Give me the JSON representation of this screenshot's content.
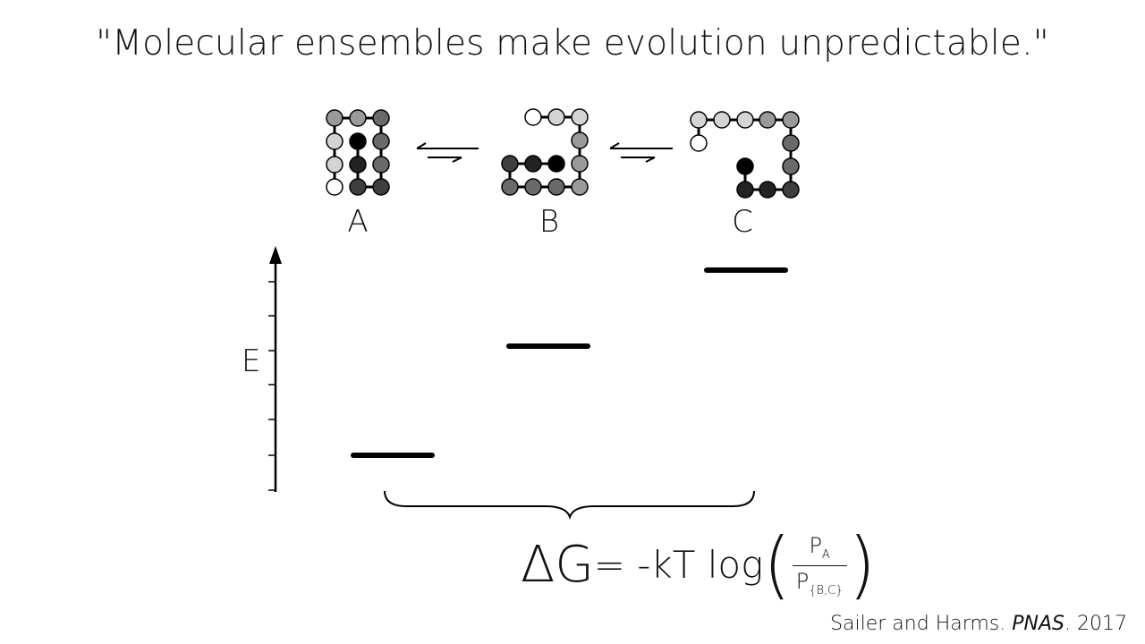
{
  "title": "\"Molecular ensembles make evolution unpredictable.\"",
  "states": [
    {
      "label": "A",
      "energy_level": 1
    },
    {
      "label": "B",
      "energy_level": 2
    },
    {
      "label": "C",
      "energy_level": 3
    }
  ],
  "axis": {
    "label": "E"
  },
  "formula": {
    "delta": "Δ",
    "g": "G",
    "rest": "= -kT log",
    "numerator": "P",
    "numerator_sub": "A",
    "denominator": "P",
    "denominator_sub": "{B,C}"
  },
  "citation": {
    "authors": "Sailer and Harms. ",
    "journal": "PNAS",
    "year": ". 2017"
  },
  "colors": {
    "white": "#ffffff",
    "light": "#d4d4d4",
    "mid": "#9a9a9a",
    "dark": "#6a6a6a",
    "darker": "#3e3e3e",
    "darkest": "#222222",
    "black": "#000000"
  }
}
